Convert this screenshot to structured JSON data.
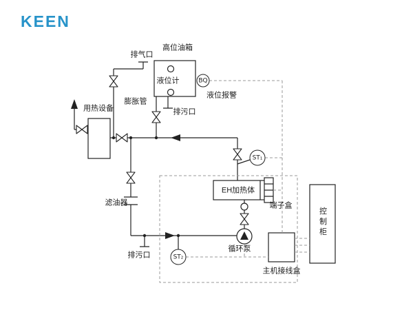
{
  "logo": {
    "text": "KEEN",
    "color": "#2793c9"
  },
  "colors": {
    "line": "#222222",
    "dashed": "#999999",
    "background": "#ffffff"
  },
  "diagram": {
    "labels": {
      "exhaust_port": "排气口",
      "high_tank": "高位油箱",
      "level_gauge": "液位计",
      "level_alarm_code": "BQ",
      "level_alarm": "液位报警",
      "expansion_pipe": "膨胀管",
      "tank_drain": "排污口",
      "heat_equipment": "用热设备",
      "oil_filter": "滤油器",
      "line_drain": "排污口",
      "st1": "ST₁",
      "st2": "ST₂",
      "eh_heater": "EH加热体",
      "terminal_box": "端子盒",
      "circulation_pump": "循环泵",
      "main_junction_box": "主机接线盒",
      "control_cabinet": "控制柜"
    }
  }
}
